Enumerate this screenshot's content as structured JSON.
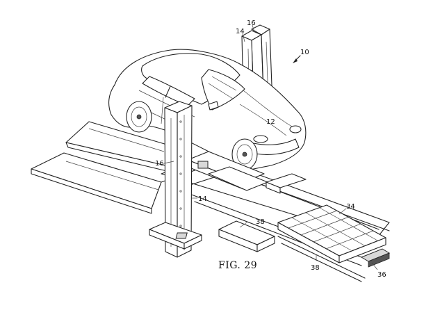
{
  "figure": {
    "caption": "FIG. 29",
    "reference_numerals": [
      {
        "id": "10",
        "text": "10"
      },
      {
        "id": "12",
        "text": "12"
      },
      {
        "id": "14-top",
        "text": "14"
      },
      {
        "id": "16-top",
        "text": "16"
      },
      {
        "id": "16-front",
        "text": "16"
      },
      {
        "id": "14-front",
        "text": "14"
      },
      {
        "id": "34",
        "text": "34"
      },
      {
        "id": "38-upper",
        "text": "38"
      },
      {
        "id": "38-lower",
        "text": "38"
      },
      {
        "id": "36",
        "text": "36"
      }
    ]
  }
}
